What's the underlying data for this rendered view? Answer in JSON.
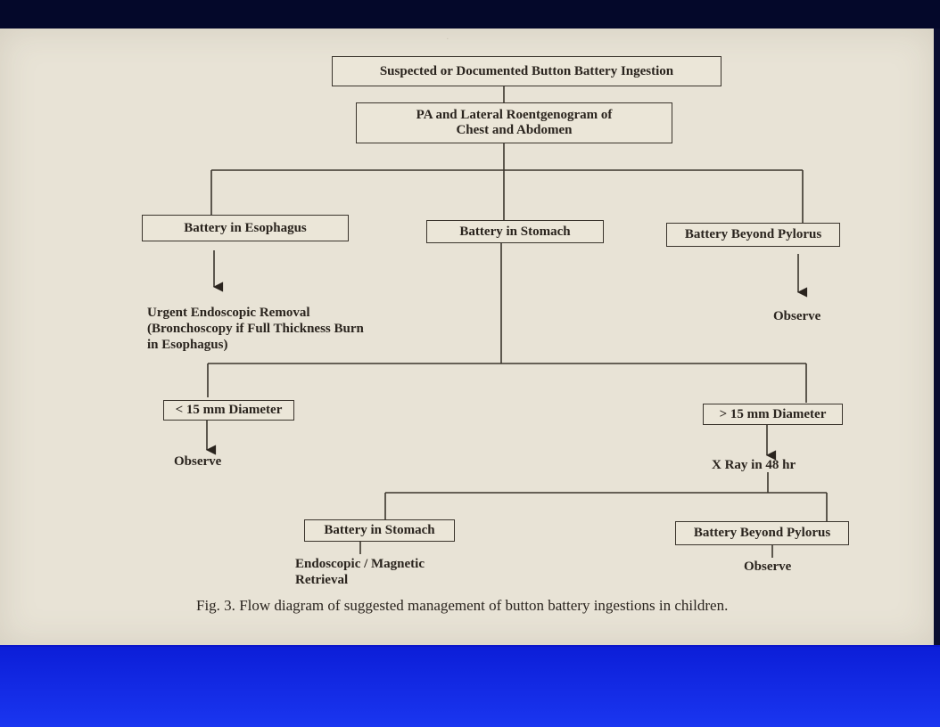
{
  "flow": {
    "root": "Suspected or Documented Button Battery Ingestion",
    "xray_line1": "PA and Lateral  Roentgenogram of",
    "xray_line2": "Chest and Abdomen",
    "esophagus": "Battery  in Esophagus",
    "stomach": "Battery in Stomach",
    "pylorus": "Battery Beyond Pylorus",
    "esoph_action_1": "Urgent Endoscopic Removal",
    "esoph_action_2": "(Bronchoscopy if Full Thickness Burn",
    "esoph_action_3": "in Esophagus)",
    "pylorus_action": "Observe",
    "small_diameter": "< 15 mm Diameter",
    "small_action": "Observe",
    "large_diameter": "> 15 mm Diameter",
    "large_action": "X Ray in 48 hr",
    "stomach2": "Battery in Stomach",
    "stomach2_action_1": "Endoscopic / Magnetic",
    "stomach2_action_2": "Retrieval",
    "pylorus2": "Battery Beyond Pylorus",
    "pylorus2_action": "Observe"
  },
  "caption": {
    "label": "Fig. 3.",
    "text": "Flow diagram of suggested management of button battery ingestions in children."
  }
}
